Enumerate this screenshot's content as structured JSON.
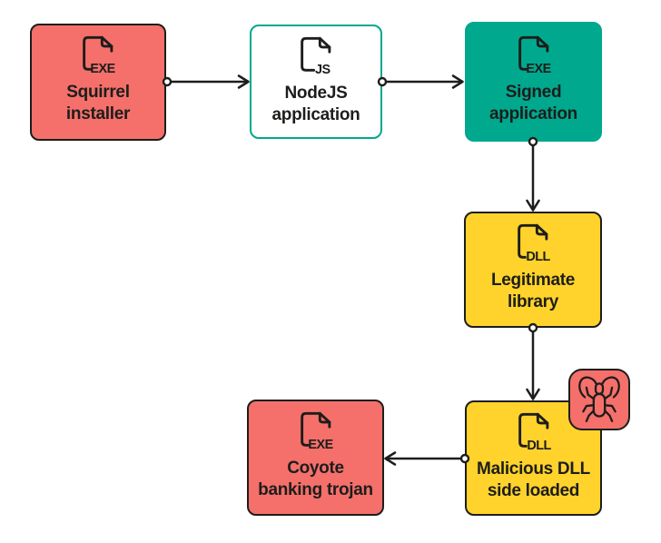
{
  "diagram": {
    "type": "flow-diagram",
    "description": "Malware infection chain",
    "colors": {
      "coral": "#F5706B",
      "teal": "#00A88E",
      "yellow": "#FFD32B",
      "ink": "#1D1D1B",
      "background": "#FFFFFF",
      "connector_dot_fill": "#FFFFFF"
    },
    "nodes": [
      {
        "id": "squirrel-installer",
        "label1": "Squirrel",
        "label2": "installer",
        "ext": "EXE",
        "fill": "coral",
        "badge": null
      },
      {
        "id": "nodejs-application",
        "label1": "NodeJS",
        "label2": "application",
        "ext": "JS",
        "fill": "white",
        "badge": null
      },
      {
        "id": "signed-application",
        "label1": "Signed",
        "label2": "application",
        "ext": "EXE",
        "fill": "teal",
        "badge": null
      },
      {
        "id": "legitimate-library",
        "label1": "Legitimate",
        "label2": "library",
        "ext": "DLL",
        "fill": "yellow",
        "badge": null
      },
      {
        "id": "malicious-dll",
        "label1": "Malicious DLL",
        "label2": "side loaded",
        "ext": "DLL",
        "fill": "yellow",
        "badge": "bug-icon"
      },
      {
        "id": "coyote-trojan",
        "label1": "Coyote",
        "label2": "banking trojan",
        "ext": "EXE",
        "fill": "coral",
        "badge": null
      }
    ],
    "edges": [
      {
        "from": "Squirrel installer",
        "to": "NodeJS application",
        "direction": "right"
      },
      {
        "from": "NodeJS application",
        "to": "Signed application",
        "direction": "right"
      },
      {
        "from": "Signed application",
        "to": "Legitimate library",
        "direction": "down"
      },
      {
        "from": "Legitimate library",
        "to": "Malicious DLL side loaded",
        "direction": "down"
      },
      {
        "from": "Malicious DLL side loaded",
        "to": "Coyote banking trojan",
        "direction": "left"
      }
    ]
  }
}
